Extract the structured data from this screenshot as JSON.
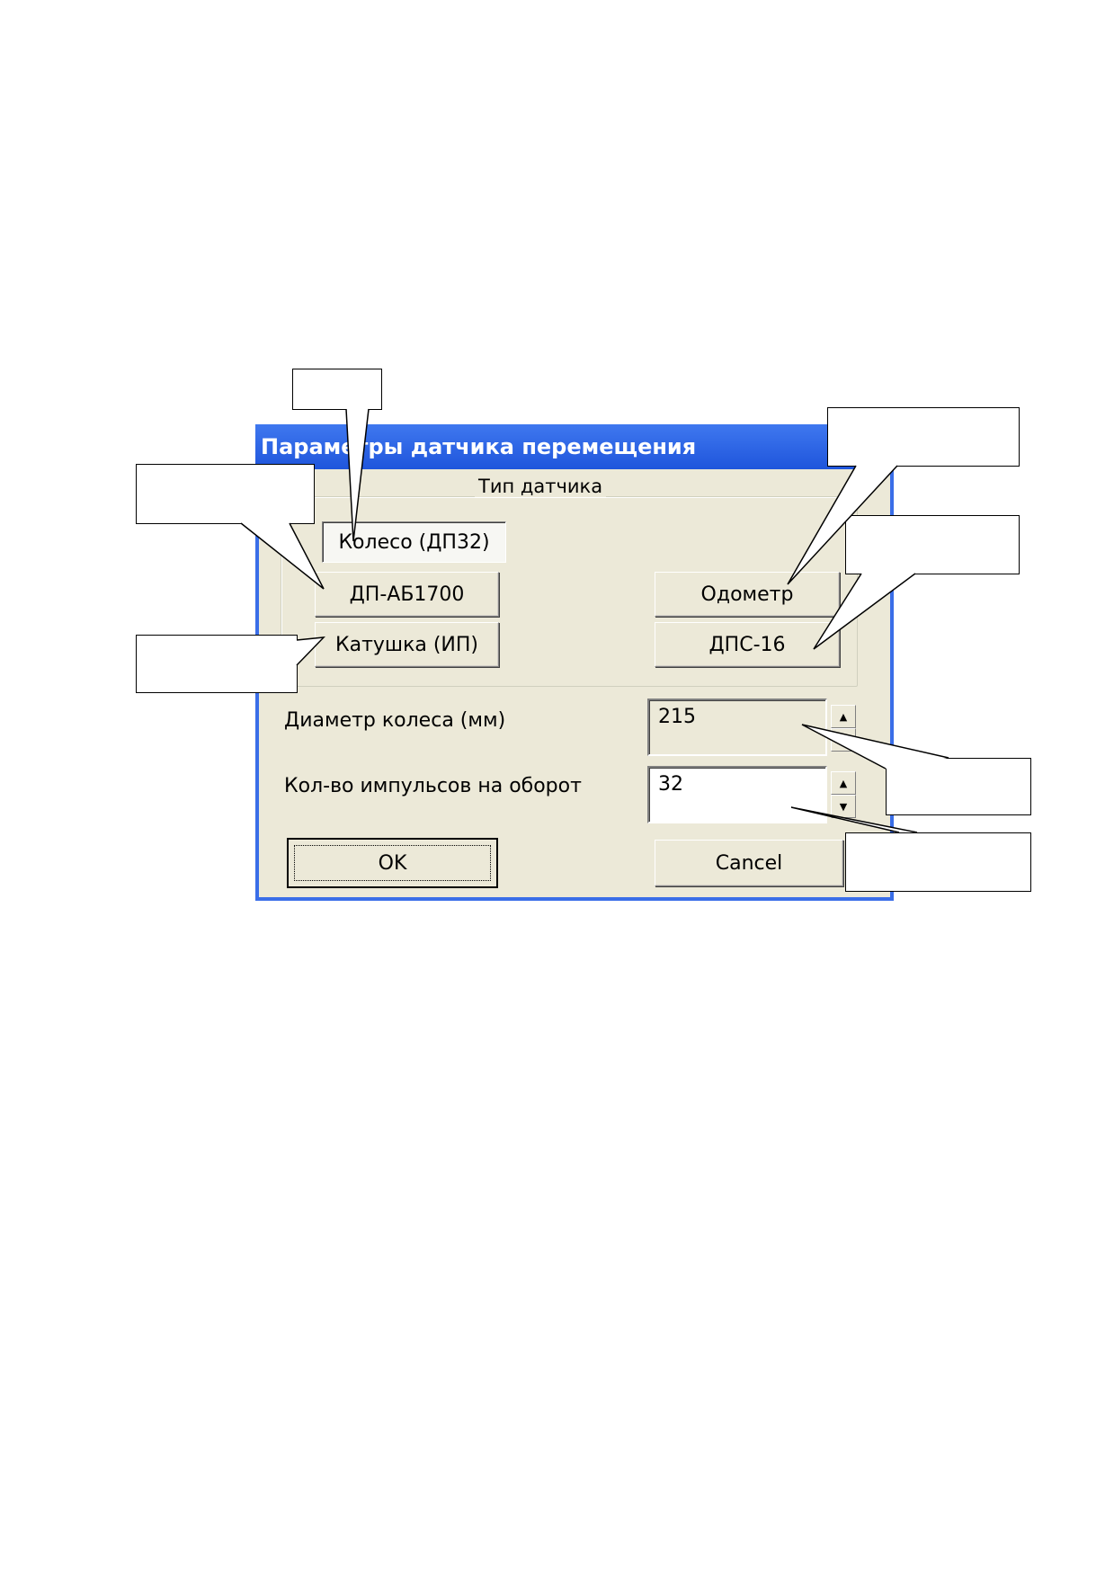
{
  "window": {
    "title": "Параметры датчика перемещения"
  },
  "sensor_group": {
    "legend": "Тип датчика",
    "buttons": {
      "wheel": "Колесо (ДП32)",
      "dp_ab": "ДП-АБ1700",
      "coil": "Катушка (ИП)",
      "odometer": "Одометр",
      "dps": "ДПС-16"
    }
  },
  "fields": {
    "wheel_diameter": {
      "label": "Диаметр колеса (мм)",
      "value": "215"
    },
    "pulses_per_rev": {
      "label": "Кол-во импульсов на оборот",
      "value": "32"
    }
  },
  "actions": {
    "ok": "OK",
    "cancel": "Cancel"
  },
  "icons": {
    "spin_up": "▲",
    "spin_down": "▼"
  }
}
